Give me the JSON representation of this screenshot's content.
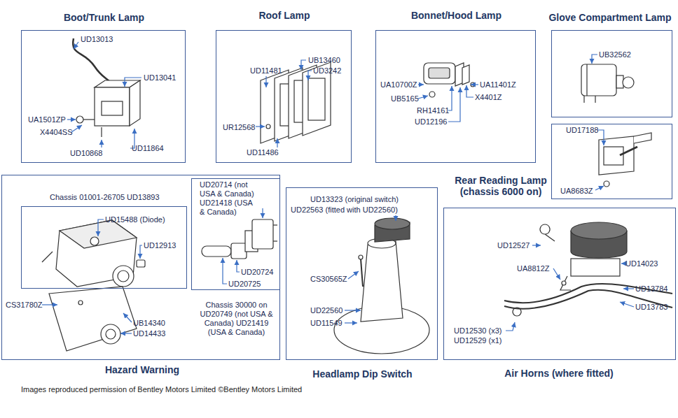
{
  "diagram": {
    "caption": "Images reproduced permission of Bentley Motors Limited ©Bentley Motors Limited",
    "nodes": [
      {
        "text": [
          "Boot/Trunk Lamp"
        ]
      },
      {
        "text": [
          "Roof Lamp"
        ]
      },
      {
        "text": [
          "Bonnet/Hood Lamp"
        ]
      },
      {
        "text": [
          "Glove Compartment Lamp"
        ]
      },
      {
        "text": [
          "Rear Reading Lamp (chassis 6000 on)"
        ]
      },
      {
        "text": [
          "Hazard Warning"
        ]
      },
      {
        "text": [
          "Chassis 01001-26705 UD13893"
        ],
        "in": 5
      },
      {
        "text": [
          "Chassis 30000 on UD20749 (not USA & Canada) UD21419 (USA & Canada)"
        ],
        "in": 5
      },
      {
        "text": [
          "Headlamp Dip Switch"
        ]
      },
      {
        "text": [
          "Air Horns (where fitted)"
        ]
      }
    ],
    "labels": [
      "UD13013",
      "UD13041",
      "UA1501ZP",
      "X4404SS",
      "UD10868",
      "UD11864",
      "UB13460",
      "UD11481",
      "UD3242",
      "UR12568",
      "UD11486",
      "UA10700Z",
      "UA11401Z",
      "UB5165",
      "X4401Z",
      "RH14161",
      "UD12196",
      "UB32562",
      "UD17188",
      "UA8683Z",
      "UD15488 (Diode)",
      "UD12913",
      "CS31780Z",
      "UB14340",
      "UD14433",
      "UD20714 (not USA & Canada)",
      "UD21418 (USA & Canada)",
      "UD20724",
      "UD20725",
      "UD13323 (original switch)",
      "UD22563 (fitted with UD22560)",
      "CS30565Z",
      "UD22560",
      "UD11549",
      "UD12527",
      "UA8812Z",
      "UD14023",
      "UD13784",
      "UD13783",
      "UD12530 (x3)",
      "UD12529 (x1)"
    ]
  }
}
